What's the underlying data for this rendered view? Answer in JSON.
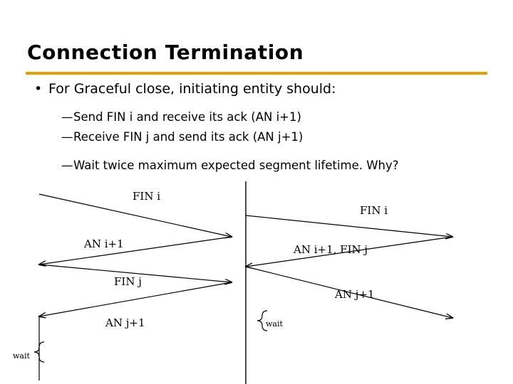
{
  "slide": {
    "title": "Connection Termination",
    "accent_color": "#E8A000",
    "bullets": [
      {
        "marker": "•",
        "text": "For Graceful close, initiating entity should:"
      }
    ],
    "sub_bullets": [
      {
        "marker": "—",
        "text": "Send FIN i and receive its ack (AN i+1)"
      },
      {
        "marker": "—",
        "text": "Receive FIN j and send its ack (AN j+1)"
      },
      {
        "marker": "—",
        "text": "Wait twice maximum expected segment lifetime. Why?"
      }
    ]
  },
  "diagram": {
    "left_labels": [
      {
        "text": "FIN i"
      },
      {
        "text": "AN i+1"
      },
      {
        "text": "FIN j"
      },
      {
        "text": "AN j+1"
      },
      {
        "text": "wait"
      }
    ],
    "right_labels": [
      {
        "text": "FIN i"
      },
      {
        "text": "AN i+1, FIN j"
      },
      {
        "text": "AN j+1"
      },
      {
        "text": "wait"
      }
    ]
  }
}
